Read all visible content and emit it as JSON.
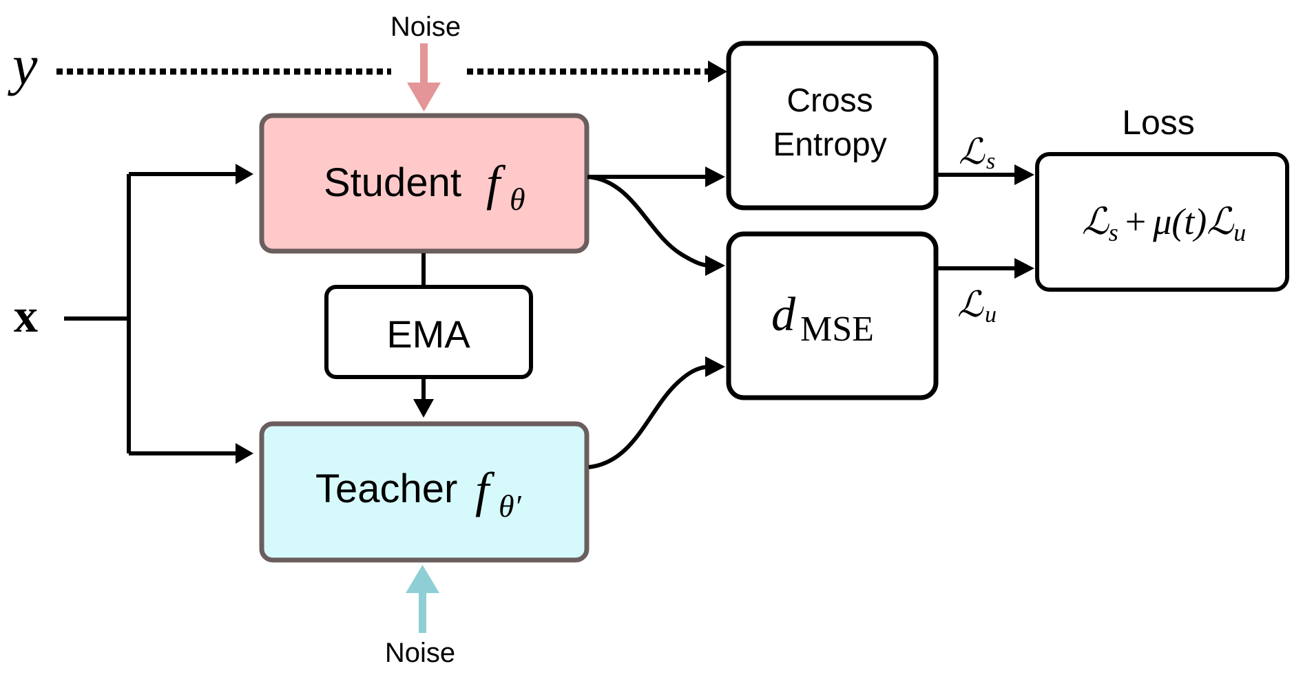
{
  "diagram": {
    "title": "Mean Teacher training diagram",
    "inputs": {
      "label_symbol": "y",
      "input_symbol": "x"
    },
    "noise_top": {
      "label": "Noise",
      "color": "#E39597"
    },
    "noise_bottom": {
      "label": "Noise",
      "color": "#8ECFD6"
    },
    "student": {
      "label": "Student",
      "func": "f",
      "sub": "θ",
      "fill": "#FFC9C9",
      "border": "#6B5E5E"
    },
    "teacher": {
      "label": "Teacher",
      "func": "f",
      "sub": "θ′",
      "fill": "#D6FAFC",
      "border": "#6B5E5E"
    },
    "ema": {
      "label": "EMA"
    },
    "cross_entropy": {
      "line1": "Cross",
      "line2": "Entropy"
    },
    "mse": {
      "symbol": "d",
      "sub": "MSE"
    },
    "loss": {
      "title": "Loss",
      "formula": {
        "ls": "ℒ",
        "ls_sub": "s",
        "plus": "+",
        "mu": "μ(t)",
        "lu": "ℒ",
        "lu_sub": "u"
      }
    },
    "edge_labels": {
      "ls": "ℒ",
      "ls_sub": "s",
      "lu": "ℒ",
      "lu_sub": "u"
    }
  }
}
